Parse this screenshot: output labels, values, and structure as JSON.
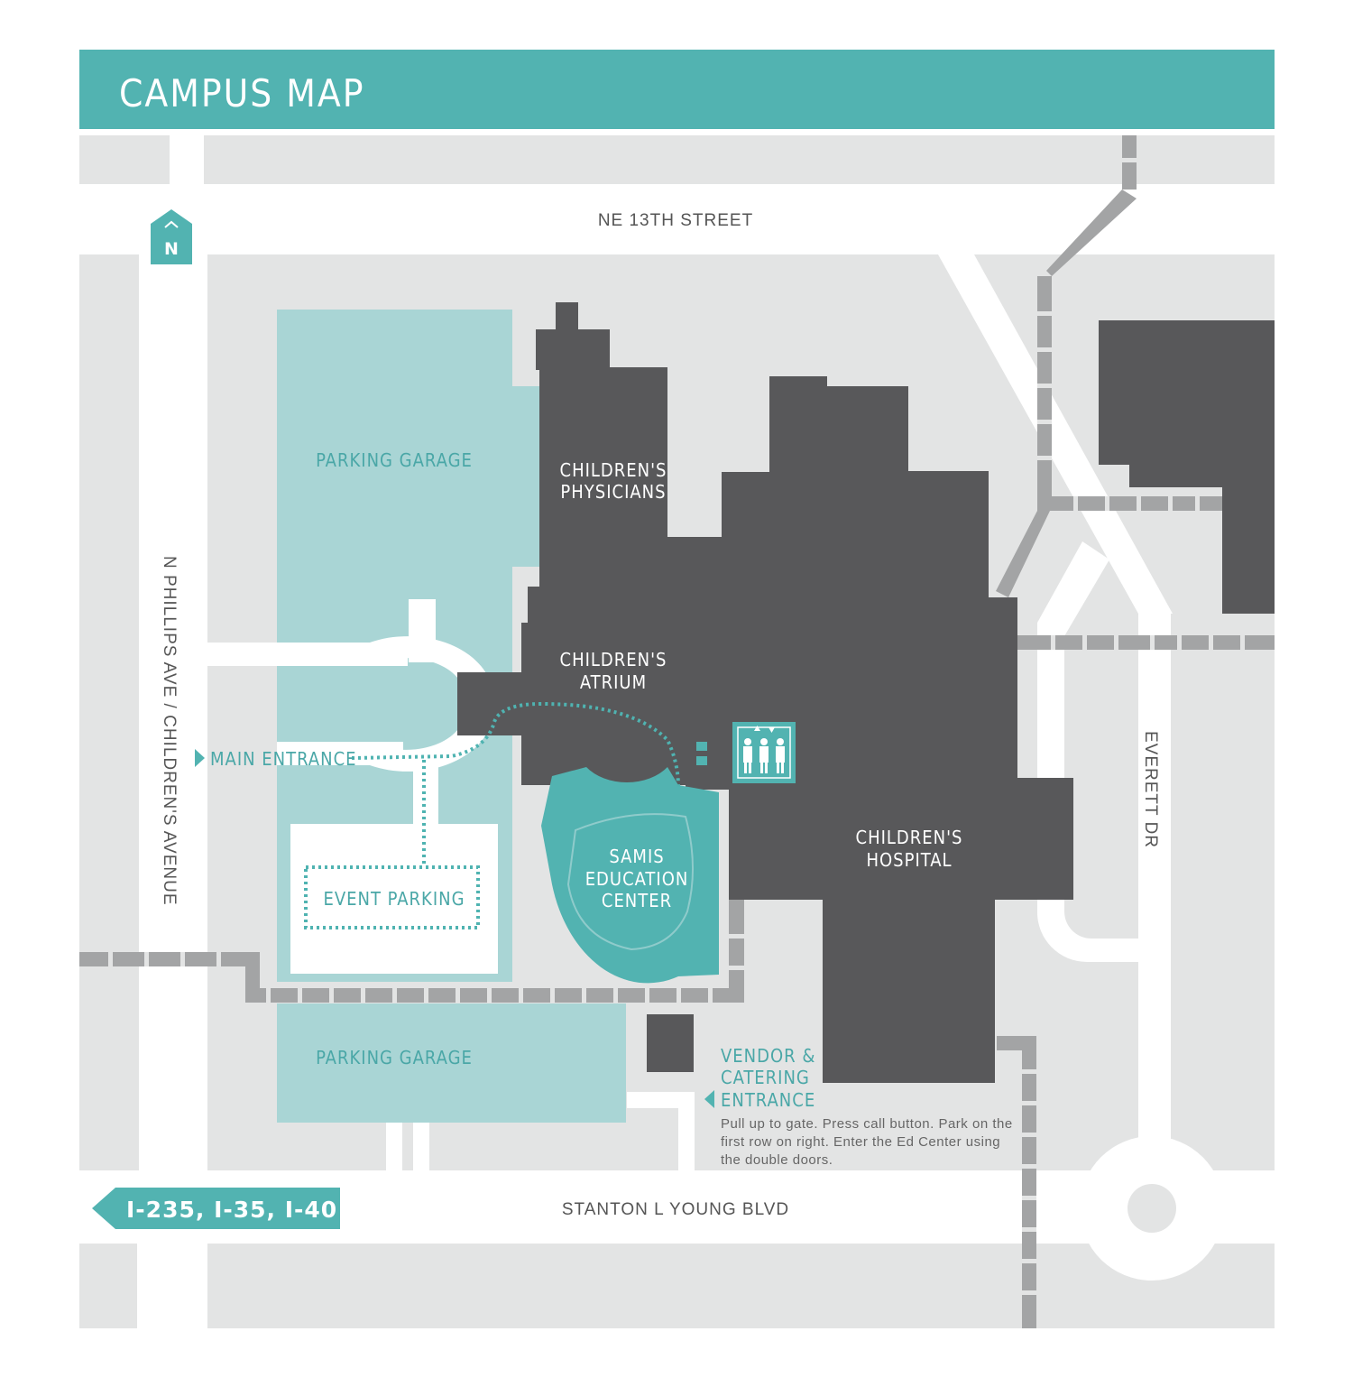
{
  "title": "CAMPUS MAP",
  "north_label": "N",
  "streets": {
    "top": "NE 13TH STREET",
    "left": "N PHILLIPS AVE  /  CHILDREN'S AVENUE",
    "right": "EVERETT DR",
    "bottom": "STANTON L YOUNG BLVD"
  },
  "buildings": {
    "physicians": [
      "CHILDREN'S",
      "PHYSICIANS"
    ],
    "atrium": [
      "CHILDREN'S",
      "ATRIUM"
    ],
    "hospital": [
      "CHILDREN'S",
      "HOSPITAL"
    ],
    "samis": [
      "SAMIS",
      "EDUCATION",
      "CENTER"
    ]
  },
  "parking": {
    "garage_top": "PARKING GARAGE",
    "garage_bottom": "PARKING GARAGE",
    "event": "EVENT PARKING"
  },
  "entrances": {
    "main": "MAIN ENTRANCE",
    "vendor": [
      "VENDOR &",
      "CATERING",
      "ENTRANCE"
    ],
    "vendor_note": [
      "Pull up to gate. Press call button. Park on the",
      "first row on right. Enter the Ed Center using",
      "the double doors."
    ]
  },
  "highway": "I-235, I-35, I-40",
  "icons": {
    "elevator": "elevator-icon",
    "north": "north-arrow-icon",
    "highway_arrow": "arrow-left-icon"
  },
  "colors": {
    "teal": "#52b3b1",
    "light_teal": "#a9d5d5",
    "building": "#58585a",
    "block": "#e3e4e4",
    "walkway": "#a3a4a5"
  }
}
